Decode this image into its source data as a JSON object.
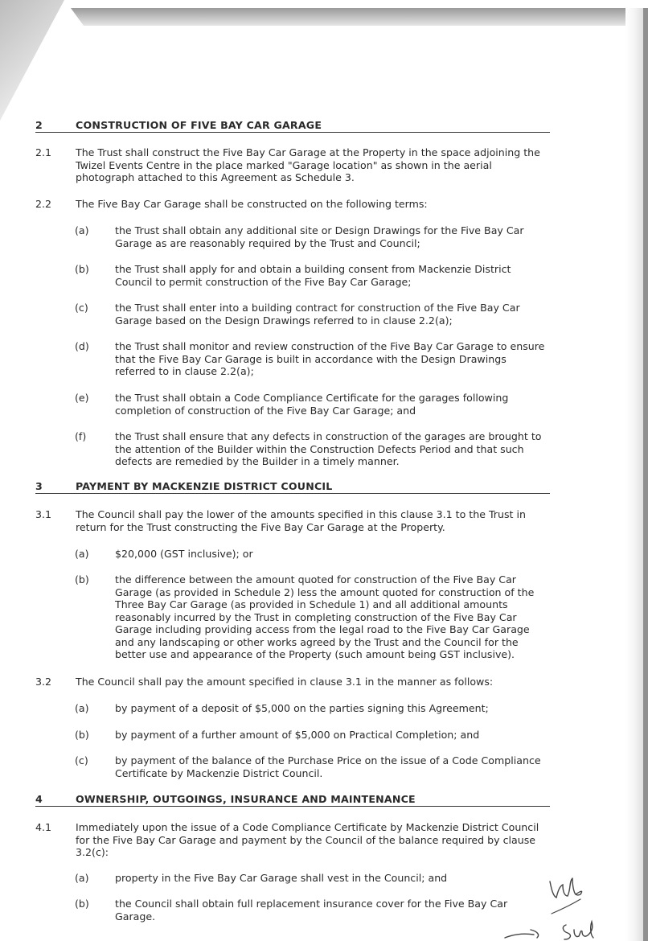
{
  "sections": [
    {
      "number": "2",
      "title": "CONSTRUCTION OF FIVE BAY CAR GARAGE"
    },
    {
      "number": "3",
      "title": "PAYMENT BY MACKENZIE DISTRICT COUNCIL"
    },
    {
      "number": "4",
      "title": "OWNERSHIP, OUTGOINGS, INSURANCE AND MAINTENANCE"
    }
  ],
  "clauses": {
    "c2_1": {
      "number": "2.1",
      "text": "The Trust shall construct the Five Bay Car Garage at the Property in the space adjoining the Twizel Events Centre in the place marked \"Garage location\" as shown in the aerial photograph attached to this Agreement as Schedule 3."
    },
    "c2_2": {
      "number": "2.2",
      "text": "The Five Bay Car Garage shall be constructed on the following terms:"
    },
    "c2_2_a": {
      "label": "(a)",
      "text": "the Trust shall obtain any additional site or Design Drawings for the Five Bay Car Garage as are reasonably required by the Trust and Council;"
    },
    "c2_2_b": {
      "label": "(b)",
      "text": "the Trust shall apply for and obtain a building consent from Mackenzie District Council to permit construction of the Five Bay Car Garage;"
    },
    "c2_2_c": {
      "label": "(c)",
      "text": "the Trust shall enter into a building contract for construction of the Five Bay Car Garage based on the Design Drawings referred to in clause 2.2(a);"
    },
    "c2_2_d": {
      "label": "(d)",
      "text": "the Trust shall monitor and review construction of the Five Bay Car Garage to ensure that the Five Bay Car Garage is built in accordance with the Design Drawings referred to in clause 2.2(a);"
    },
    "c2_2_e": {
      "label": "(e)",
      "text": "the Trust shall obtain a Code Compliance Certificate for the garages following completion of construction of the Five Bay Car Garage; and"
    },
    "c2_2_f": {
      "label": "(f)",
      "text": "the Trust shall ensure that any defects in construction of the garages are brought to the attention of the Builder within the Construction Defects Period and that such defects are remedied by the Builder in a timely manner."
    },
    "c3_1": {
      "number": "3.1",
      "text": "The Council shall pay the lower of the amounts specified in this clause 3.1 to the Trust in return for the Trust constructing the Five Bay Car Garage at the Property."
    },
    "c3_1_a": {
      "label": "(a)",
      "text": "$20,000 (GST inclusive); or"
    },
    "c3_1_b": {
      "label": "(b)",
      "text": "the difference between the amount quoted for construction of the Five Bay Car Garage (as provided in Schedule 2) less the amount quoted for construction of the Three Bay Car Garage (as provided in Schedule 1) and all additional amounts reasonably incurred by the Trust in completing construction of the Five Bay Car Garage including providing access from the legal road to the Five Bay Car Garage and any landscaping or other works agreed by the Trust and the Council for the better use and appearance of the Property (such amount being GST inclusive)."
    },
    "c3_2": {
      "number": "3.2",
      "text": "The Council shall pay the amount specified in clause 3.1 in the manner as follows:"
    },
    "c3_2_a": {
      "label": "(a)",
      "text": "by payment of a deposit of $5,000 on the parties signing this Agreement;"
    },
    "c3_2_b": {
      "label": "(b)",
      "text": "by payment of a further amount of $5,000 on Practical Completion; and"
    },
    "c3_2_c": {
      "label": "(c)",
      "text": "by payment of the balance of the Purchase Price on the issue of a Code Compliance Certificate by Mackenzie District Council."
    },
    "c4_1": {
      "number": "4.1",
      "text": "Immediately upon the issue of a Code Compliance Certificate by Mackenzie District Council for the Five Bay Car Garage and payment by the Council of the balance required by clause 3.2(c):"
    },
    "c4_1_a": {
      "label": "(a)",
      "text": "property in the Five Bay Car Garage shall vest in the Council; and"
    },
    "c4_1_b": {
      "label": "(b)",
      "text": "the Council shall obtain full replacement insurance cover for the Five Bay Car Garage."
    }
  },
  "initials": [
    "Wb",
    "Sud"
  ]
}
